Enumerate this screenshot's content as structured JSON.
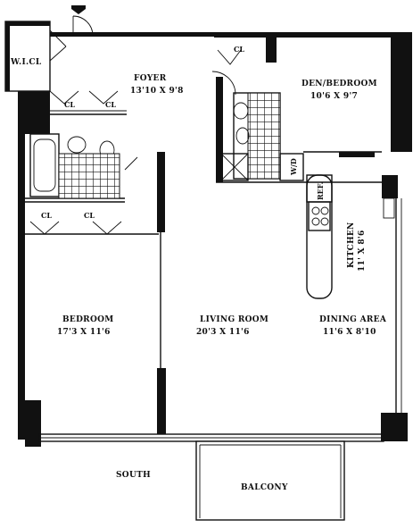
{
  "rooms": {
    "wic": {
      "name": "W.I.CL"
    },
    "foyer": {
      "name": "FOYER",
      "dims": "13'10 X 9'8"
    },
    "den": {
      "name": "DEN/BEDROOM",
      "dims": "10'6 X 9'7"
    },
    "bedroom": {
      "name": "BEDROOM",
      "dims": "17'3 X 11'6"
    },
    "living": {
      "name": "LIVING ROOM",
      "dims": "20'3 X 11'6"
    },
    "dining": {
      "name": "DINING AREA",
      "dims": "11'6 X 8'10"
    },
    "kitchen": {
      "name": "KITCHEN",
      "dims": "11' X 8'6"
    },
    "balcony": {
      "name": "BALCONY"
    }
  },
  "closet_label": "CL",
  "washer_dryer_label": "W/D",
  "refrigerator_label": "REF.",
  "orientation_label": "SOUTH"
}
